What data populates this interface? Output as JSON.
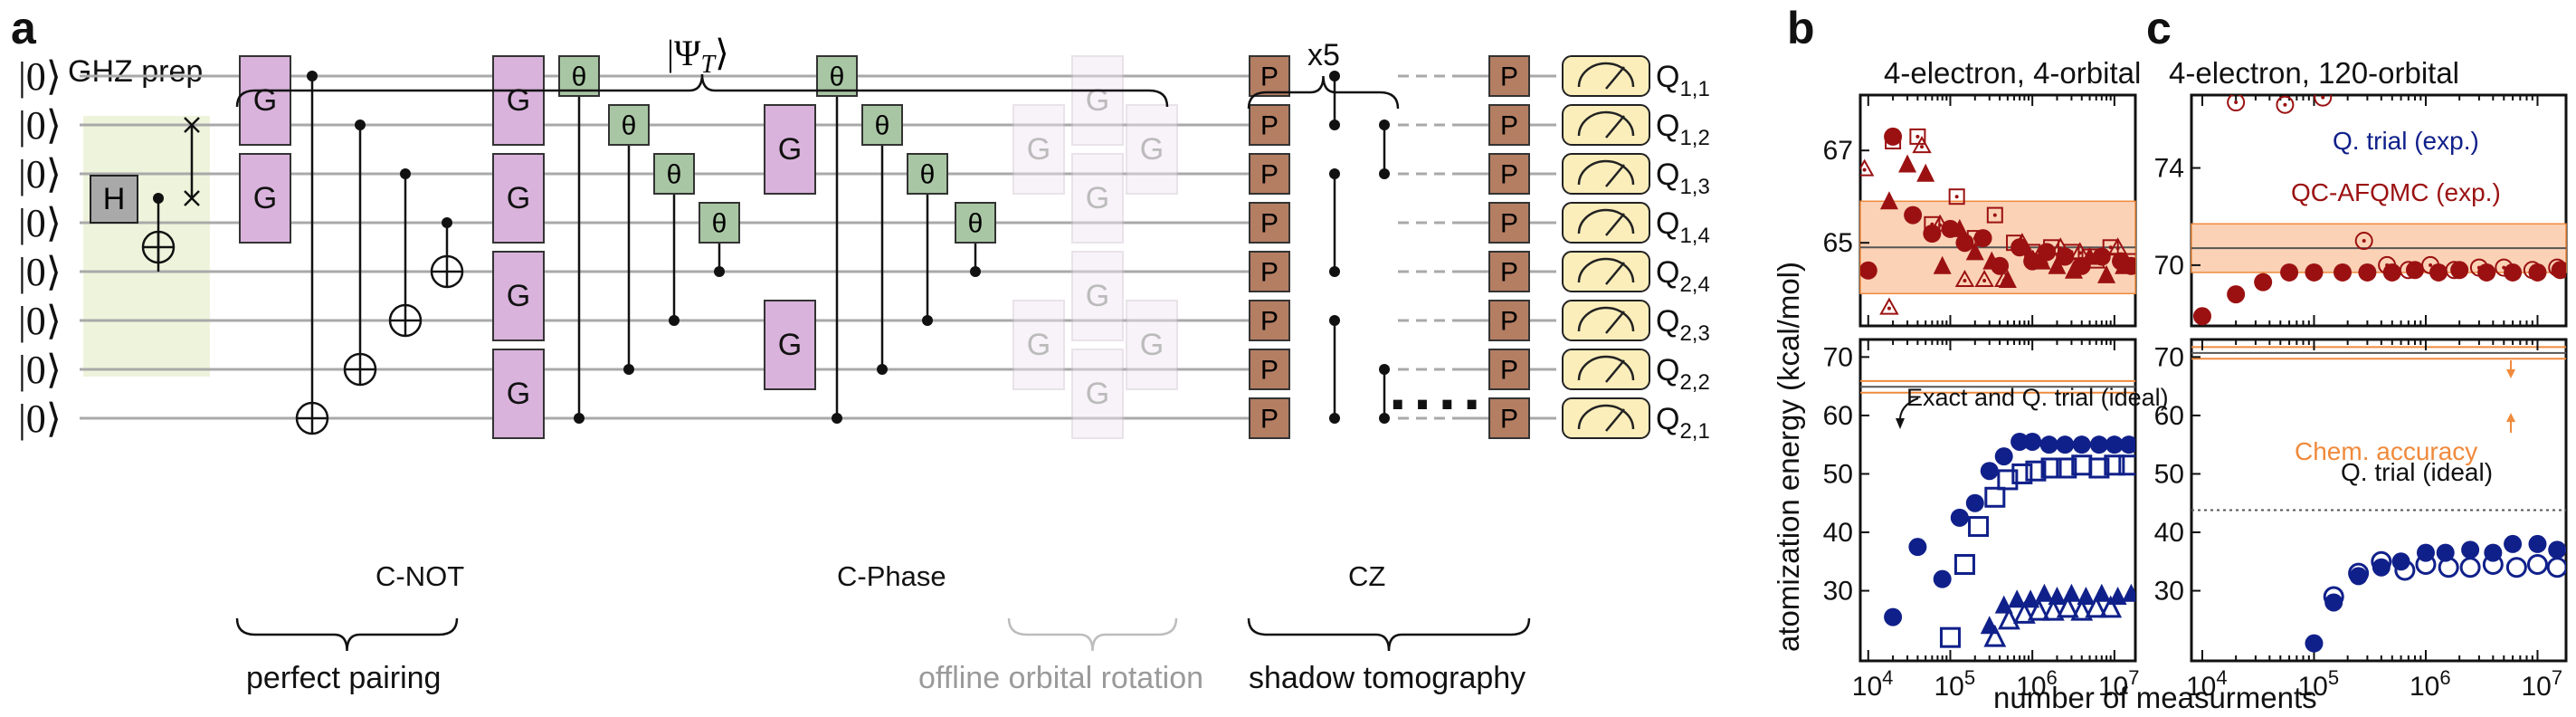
{
  "panels": {
    "a": "a",
    "b": "b",
    "c": "c"
  },
  "circuit": {
    "input_state": "|0⟩",
    "n_qubits": 8,
    "ghz_label": "GHZ prep",
    "psi_label": "|Ψ",
    "psi_sub": "T",
    "psi_close": "⟩",
    "repeat_label": "x5",
    "gate_H": "H",
    "gate_G": "G",
    "gate_theta": "θ",
    "gate_P": "P",
    "cnot_label": "C-NOT",
    "cphase_label": "C-Phase",
    "cz_label": "CZ",
    "ellipsis": "····",
    "section_perfect_pairing": "perfect pairing",
    "section_orbital_rotation": "offline orbital rotation",
    "section_shadow": "shadow tomography",
    "qubit_labels": [
      {
        "base": "Q",
        "sub": "1,1"
      },
      {
        "base": "Q",
        "sub": "1,2"
      },
      {
        "base": "Q",
        "sub": "1,3"
      },
      {
        "base": "Q",
        "sub": "1,4"
      },
      {
        "base": "Q",
        "sub": "2,4"
      },
      {
        "base": "Q",
        "sub": "2,3"
      },
      {
        "base": "Q",
        "sub": "2,2"
      },
      {
        "base": "Q",
        "sub": "2,1"
      }
    ],
    "colors": {
      "G": "#d9b3dc",
      "theta": "#a9c6a4",
      "P": "#b47e63",
      "H": "#a9a9a9",
      "meter": "#fbeebb",
      "ghz_bg": "#eef4dc"
    }
  },
  "ylabel": "atomization energy (kcal/mol)",
  "xlabel": "number of measurments",
  "annotations": {
    "exact": "Exact and Q. trial (ideal)",
    "chem": "Chem. accuracy",
    "qtrial_ideal": "Q. trial (ideal)",
    "qtrial_exp": "Q. trial (exp.)",
    "qcafqmc_exp": "QC-AFQMC (exp.)"
  },
  "chart_data": [
    {
      "type": "scatter",
      "panel": "b",
      "title": "4-electron, 4-orbital",
      "xscale": "log",
      "xlim": [
        8000,
        18000000
      ],
      "x_ticks": [
        "10",
        "10",
        "10",
        "10"
      ],
      "x_tick_exponents": [
        "4",
        "5",
        "6",
        "7"
      ],
      "top": {
        "ylim": [
          63.2,
          68.2
        ],
        "yticks": [
          65,
          67
        ],
        "exact": 64.9,
        "chem_band": [
          63.9,
          65.9
        ],
        "series": [
          {
            "marker": "filled-circle",
            "color": "#9b1111",
            "x": [
              10000,
              20000,
              35000,
              60000,
              100000,
              150000,
              250000,
              400000,
              700000,
              1000000,
              1500000,
              2500000,
              4000000,
              7000000,
              12000000,
              16000000
            ],
            "y": [
              64.4,
              67.3,
              65.6,
              65.2,
              65.3,
              65.0,
              65.1,
              64.5,
              64.9,
              64.6,
              64.8,
              64.7,
              64.5,
              64.7,
              64.6,
              64.5
            ]
          },
          {
            "marker": "filled-triangle",
            "color": "#9b1111",
            "x": [
              18000,
              30000,
              50000,
              80000,
              130000,
              200000,
              320000,
              500000,
              800000,
              1300000,
              2000000,
              3200000,
              5000000,
              8000000,
              13000000
            ],
            "y": [
              65.9,
              66.7,
              66.5,
              64.5,
              65.3,
              64.8,
              64.6,
              64.2,
              64.9,
              64.6,
              64.5,
              64.4,
              64.7,
              64.3,
              64.5
            ]
          },
          {
            "marker": "open-square-dot",
            "color": "#9b1111",
            "x": [
              20000,
              40000,
              60000,
              120000,
              200000,
              350000,
              600000,
              1000000,
              1700000,
              3000000,
              5000000,
              9000000,
              15000000
            ],
            "y": [
              67.2,
              67.3,
              65.4,
              66.0,
              65.1,
              65.6,
              65.0,
              64.8,
              64.9,
              64.8,
              64.7,
              64.9,
              64.6
            ]
          },
          {
            "marker": "open-triangle-dot",
            "color": "#9b1111",
            "x": [
              9000,
              18000,
              45000,
              75000,
              150000,
              260000,
              450000,
              750000,
              1200000,
              2200000,
              3800000,
              6000000,
              11000000
            ],
            "y": [
              66.6,
              63.6,
              67.1,
              65.4,
              64.2,
              64.2,
              64.2,
              65.0,
              64.7,
              64.9,
              64.8,
              64.6,
              64.9
            ]
          }
        ]
      },
      "bottom": {
        "ylim": [
          18,
          73
        ],
        "yticks": [
          30,
          40,
          50,
          60,
          70
        ],
        "exact": 64.9,
        "series": [
          {
            "marker": "filled-circle",
            "color": "#10208a",
            "x": [
              20000,
              40000,
              80000,
              130000,
              200000,
              300000,
              450000,
              700000,
              1000000,
              1600000,
              2500000,
              4000000,
              6500000,
              10000000,
              15000000
            ],
            "y": [
              25.5,
              37.5,
              32.0,
              42.5,
              45.0,
              50.5,
              53.0,
              55.5,
              55.5,
              55.0,
              55.0,
              55.0,
              55.0,
              55.0,
              55.0
            ]
          },
          {
            "marker": "open-square",
            "color": "#10208a",
            "x": [
              100000,
              150000,
              220000,
              350000,
              500000,
              750000,
              1100000,
              1700000,
              2600000,
              4000000,
              6500000,
              10000000,
              15000000
            ],
            "y": [
              22.0,
              34.5,
              41.0,
              46.0,
              49.0,
              50.0,
              50.5,
              51.0,
              51.0,
              51.5,
              51.0,
              51.5,
              51.5
            ]
          },
          {
            "marker": "filled-triangle",
            "color": "#10208a",
            "x": [
              300000,
              450000,
              650000,
              950000,
              1400000,
              2000000,
              3000000,
              4500000,
              7000000,
              11000000,
              16000000
            ],
            "y": [
              24.0,
              27.5,
              28.5,
              28.5,
              29.5,
              29.0,
              29.5,
              29.0,
              29.5,
              29.0,
              29.5
            ]
          },
          {
            "marker": "open-triangle",
            "color": "#10208a",
            "x": [
              350000,
              520000,
              800000,
              1200000,
              1800000,
              2700000,
              4000000,
              6000000,
              9000000
            ],
            "y": [
              22.0,
              25.0,
              26.0,
              26.5,
              26.5,
              27.0,
              26.5,
              27.0,
              27.0
            ]
          }
        ]
      }
    },
    {
      "type": "scatter",
      "panel": "c",
      "title": "4-electron, 120-orbital",
      "xscale": "log",
      "xlim": [
        8000,
        18000000
      ],
      "x_ticks": [
        "10",
        "10",
        "10",
        "10"
      ],
      "x_tick_exponents": [
        "4",
        "5",
        "6",
        "7"
      ],
      "top": {
        "ylim": [
          67.5,
          77
        ],
        "yticks": [
          70,
          74
        ],
        "exact": 70.7,
        "chem_band": [
          69.7,
          71.7
        ],
        "series": [
          {
            "marker": "filled-circle",
            "color": "#9b1111",
            "x": [
              10000,
              20000,
              35000,
              60000,
              100000,
              180000,
              300000,
              500000,
              800000,
              1300000,
              2000000,
              3500000,
              6000000,
              10000000,
              16000000
            ],
            "y": [
              67.9,
              68.8,
              69.3,
              69.7,
              69.7,
              69.7,
              69.7,
              69.7,
              69.8,
              69.7,
              69.8,
              69.7,
              69.7,
              69.7,
              69.8
            ]
          },
          {
            "marker": "open-circle-dot",
            "color": "#9b1111",
            "x": [
              20000,
              55000,
              120000,
              280000,
              450000,
              700000,
              1100000,
              1800000,
              3000000,
              5000000,
              9000000,
              15000000
            ],
            "y": [
              76.7,
              76.6,
              76.9,
              71.0,
              70.0,
              69.8,
              70.0,
              69.8,
              69.9,
              69.9,
              69.8,
              69.9
            ]
          }
        ]
      },
      "bottom": {
        "ylim": [
          18,
          73
        ],
        "yticks": [
          30,
          40,
          50,
          60,
          70
        ],
        "exact": 70.7,
        "qtrial_ideal": 43.8,
        "series": [
          {
            "marker": "filled-circle",
            "color": "#10208a",
            "x": [
              100000,
              150000,
              250000,
              400000,
              600000,
              1000000,
              1500000,
              2500000,
              4000000,
              6000000,
              10000000,
              15000000
            ],
            "y": [
              21.0,
              28.0,
              32.5,
              34.0,
              35.0,
              36.5,
              36.5,
              37.0,
              36.5,
              38.0,
              38.0,
              37.0
            ]
          },
          {
            "marker": "open-circle",
            "color": "#10208a",
            "x": [
              150000,
              250000,
              400000,
              650000,
              1000000,
              1600000,
              2500000,
              4000000,
              6500000,
              10000000,
              15000000
            ],
            "y": [
              29.0,
              33.0,
              35.0,
              33.5,
              34.5,
              34.0,
              34.0,
              34.5,
              34.0,
              34.5,
              34.0
            ]
          }
        ]
      }
    }
  ]
}
